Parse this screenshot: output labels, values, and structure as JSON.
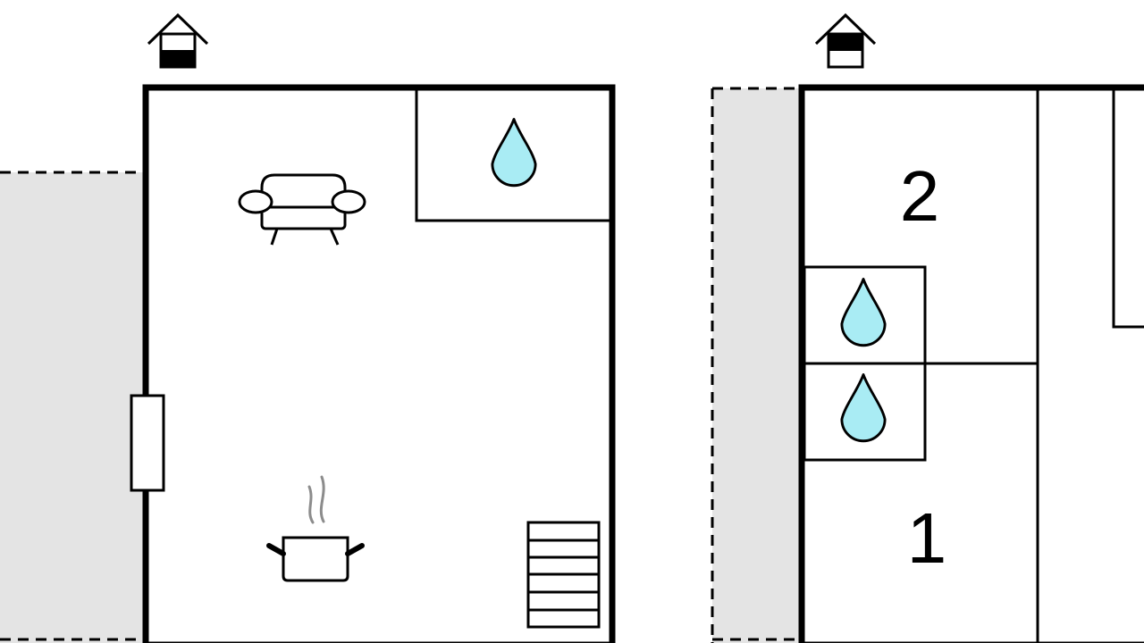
{
  "floor_plan": {
    "floors": [
      {
        "name": "ground",
        "level_icon": "house-level-ground-icon",
        "rooms": [
          {
            "kind": "living-room",
            "icon": "sofa-icon"
          },
          {
            "kind": "bathroom",
            "icon": "water-drop-icon"
          },
          {
            "kind": "kitchen",
            "icon": "cooking-pot-icon"
          },
          {
            "kind": "staircase",
            "icon": "stairs-icon"
          }
        ],
        "features": [
          "door",
          "terrace"
        ]
      },
      {
        "name": "upper",
        "level_icon": "house-level-upper-icon",
        "rooms": [
          {
            "kind": "bedroom",
            "number": "2"
          },
          {
            "kind": "bathroom",
            "icon": "water-drop-icon"
          },
          {
            "kind": "bathroom",
            "icon": "water-drop-icon"
          },
          {
            "kind": "bedroom",
            "number": "1"
          }
        ],
        "features": [
          "balcony"
        ]
      }
    ],
    "colors": {
      "wall": "#000000",
      "water": "#a9ecf4",
      "outdoor_area": "#e4e4e4",
      "steam": "#8c8c8c",
      "background": "#ffffff"
    }
  }
}
